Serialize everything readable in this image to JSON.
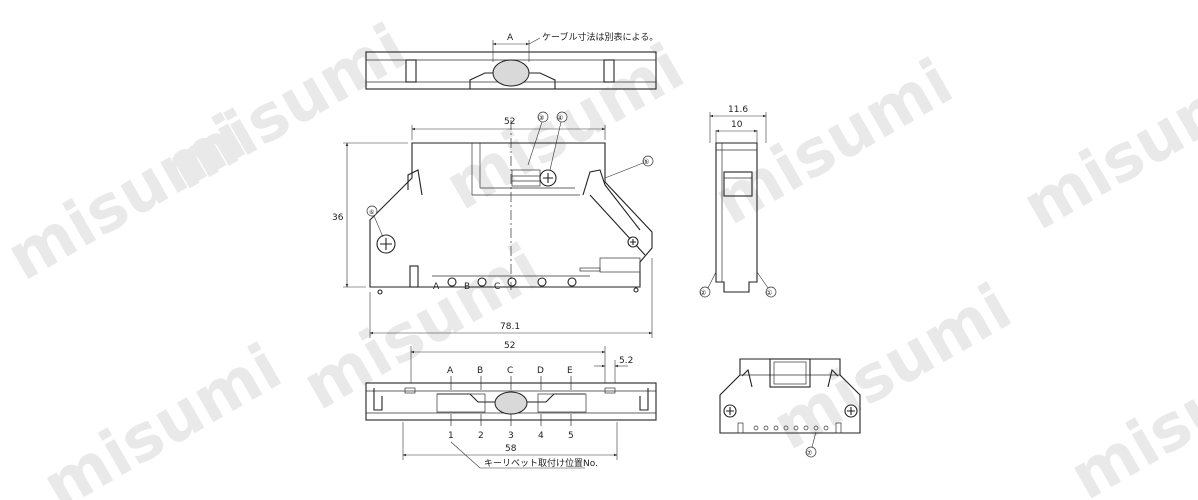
{
  "watermark": "misumi",
  "notes": {
    "cable_note": "ケーブル寸法は別表による。",
    "key_rivet_note": "キーリベット取付け位置No."
  },
  "dimensions": {
    "top_A": "A",
    "side_width": "52",
    "side_height": "36",
    "side_length": "78.1",
    "end_11_6": "11.6",
    "end_10": "10",
    "bottom_width": "52",
    "bottom_5_2": "5.2",
    "bottom_58": "58"
  },
  "positions": {
    "letters": [
      "A",
      "B",
      "C",
      "D",
      "E"
    ],
    "numbers": [
      "1",
      "2",
      "3",
      "4",
      "5"
    ],
    "side_letters": [
      "A",
      "B",
      "C"
    ]
  },
  "callouts": [
    "①",
    "②",
    "③",
    "④",
    "⑤",
    "⑥",
    "⑦"
  ]
}
